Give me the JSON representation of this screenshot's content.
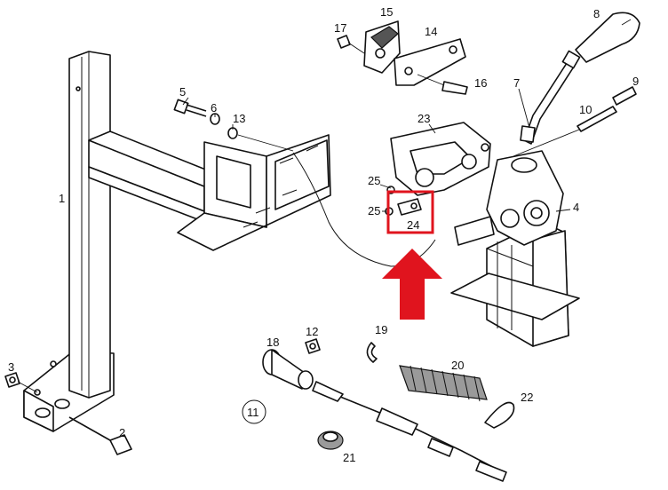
{
  "parts": {
    "p1": "1",
    "p2": "2",
    "p3": "3",
    "p4": "4",
    "p5": "5",
    "p6": "6",
    "p7": "7",
    "p8": "8",
    "p9": "9",
    "p10": "10",
    "p11": "11",
    "p12": "12",
    "p13": "13",
    "p14": "14",
    "p15": "15",
    "p16": "16",
    "p17": "17",
    "p18": "18",
    "p19": "19",
    "p20": "20",
    "p21": "21",
    "p22": "22",
    "p23": "23",
    "p24": "24",
    "p25a": "25",
    "p25b": "25"
  },
  "highlight": {
    "target_part": "24",
    "box_color": "#e0141e",
    "arrow_color": "#e0141e"
  }
}
